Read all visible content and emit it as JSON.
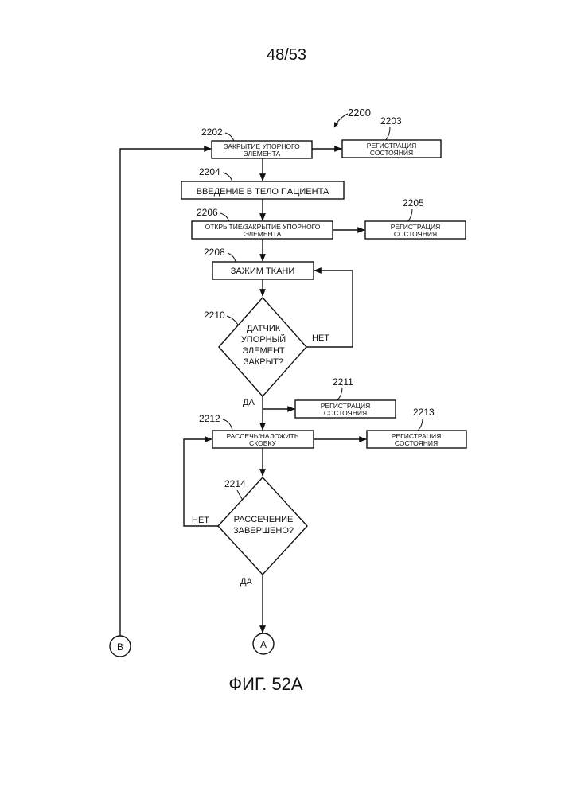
{
  "page_number": "48/53",
  "figure_ref": "2200",
  "figure_caption": "ФИГ. 52А",
  "nodes": {
    "n2202": {
      "ref": "2202",
      "line1": "ЗАКРЫТИЕ УПОРНОГО",
      "line2": "ЭЛЕМЕНТА"
    },
    "n2203": {
      "ref": "2203",
      "line1": "РЕГИСТРАЦИЯ",
      "line2": "СОСТОЯНИЯ"
    },
    "n2204": {
      "ref": "2204",
      "line1": "ВВЕДЕНИЕ В ТЕЛО ПАЦИЕНТА"
    },
    "n2205": {
      "ref": "2205",
      "line1": "РЕГИСТРАЦИЯ",
      "line2": "СОСТОЯНИЯ"
    },
    "n2206": {
      "ref": "2206",
      "line1": "ОТКРЫТИЕ/ЗАКРЫТИЕ УПОРНОГО",
      "line2": "ЭЛЕМЕНТА"
    },
    "n2208": {
      "ref": "2208",
      "line1": "ЗАЖИМ ТКАНИ"
    },
    "n2210": {
      "ref": "2210",
      "line1": "ДАТЧИК",
      "line2": "УПОРНЫЙ",
      "line3": "ЭЛЕМЕНТ",
      "line4": "ЗАКРЫТ?"
    },
    "n2211": {
      "ref": "2211",
      "line1": "РЕГИСТРАЦИЯ",
      "line2": "СОСТОЯНИЯ"
    },
    "n2212": {
      "ref": "2212",
      "line1": "РАССЕЧЬ/НАЛОЖИТЬ",
      "line2": "СКОБКУ"
    },
    "n2213": {
      "ref": "2213",
      "line1": "РЕГИСТРАЦИЯ",
      "line2": "СОСТОЯНИЯ"
    },
    "n2214": {
      "ref": "2214",
      "line1": "РАССЕЧЕНИЕ",
      "line2": "ЗАВЕРШЕНО?"
    }
  },
  "edge_labels": {
    "d2210_no": "НЕТ",
    "d2210_yes": "ДА",
    "d2214_no": "НЕТ",
    "d2214_yes": "ДА"
  },
  "connectors": {
    "A": "A",
    "B": "B"
  }
}
